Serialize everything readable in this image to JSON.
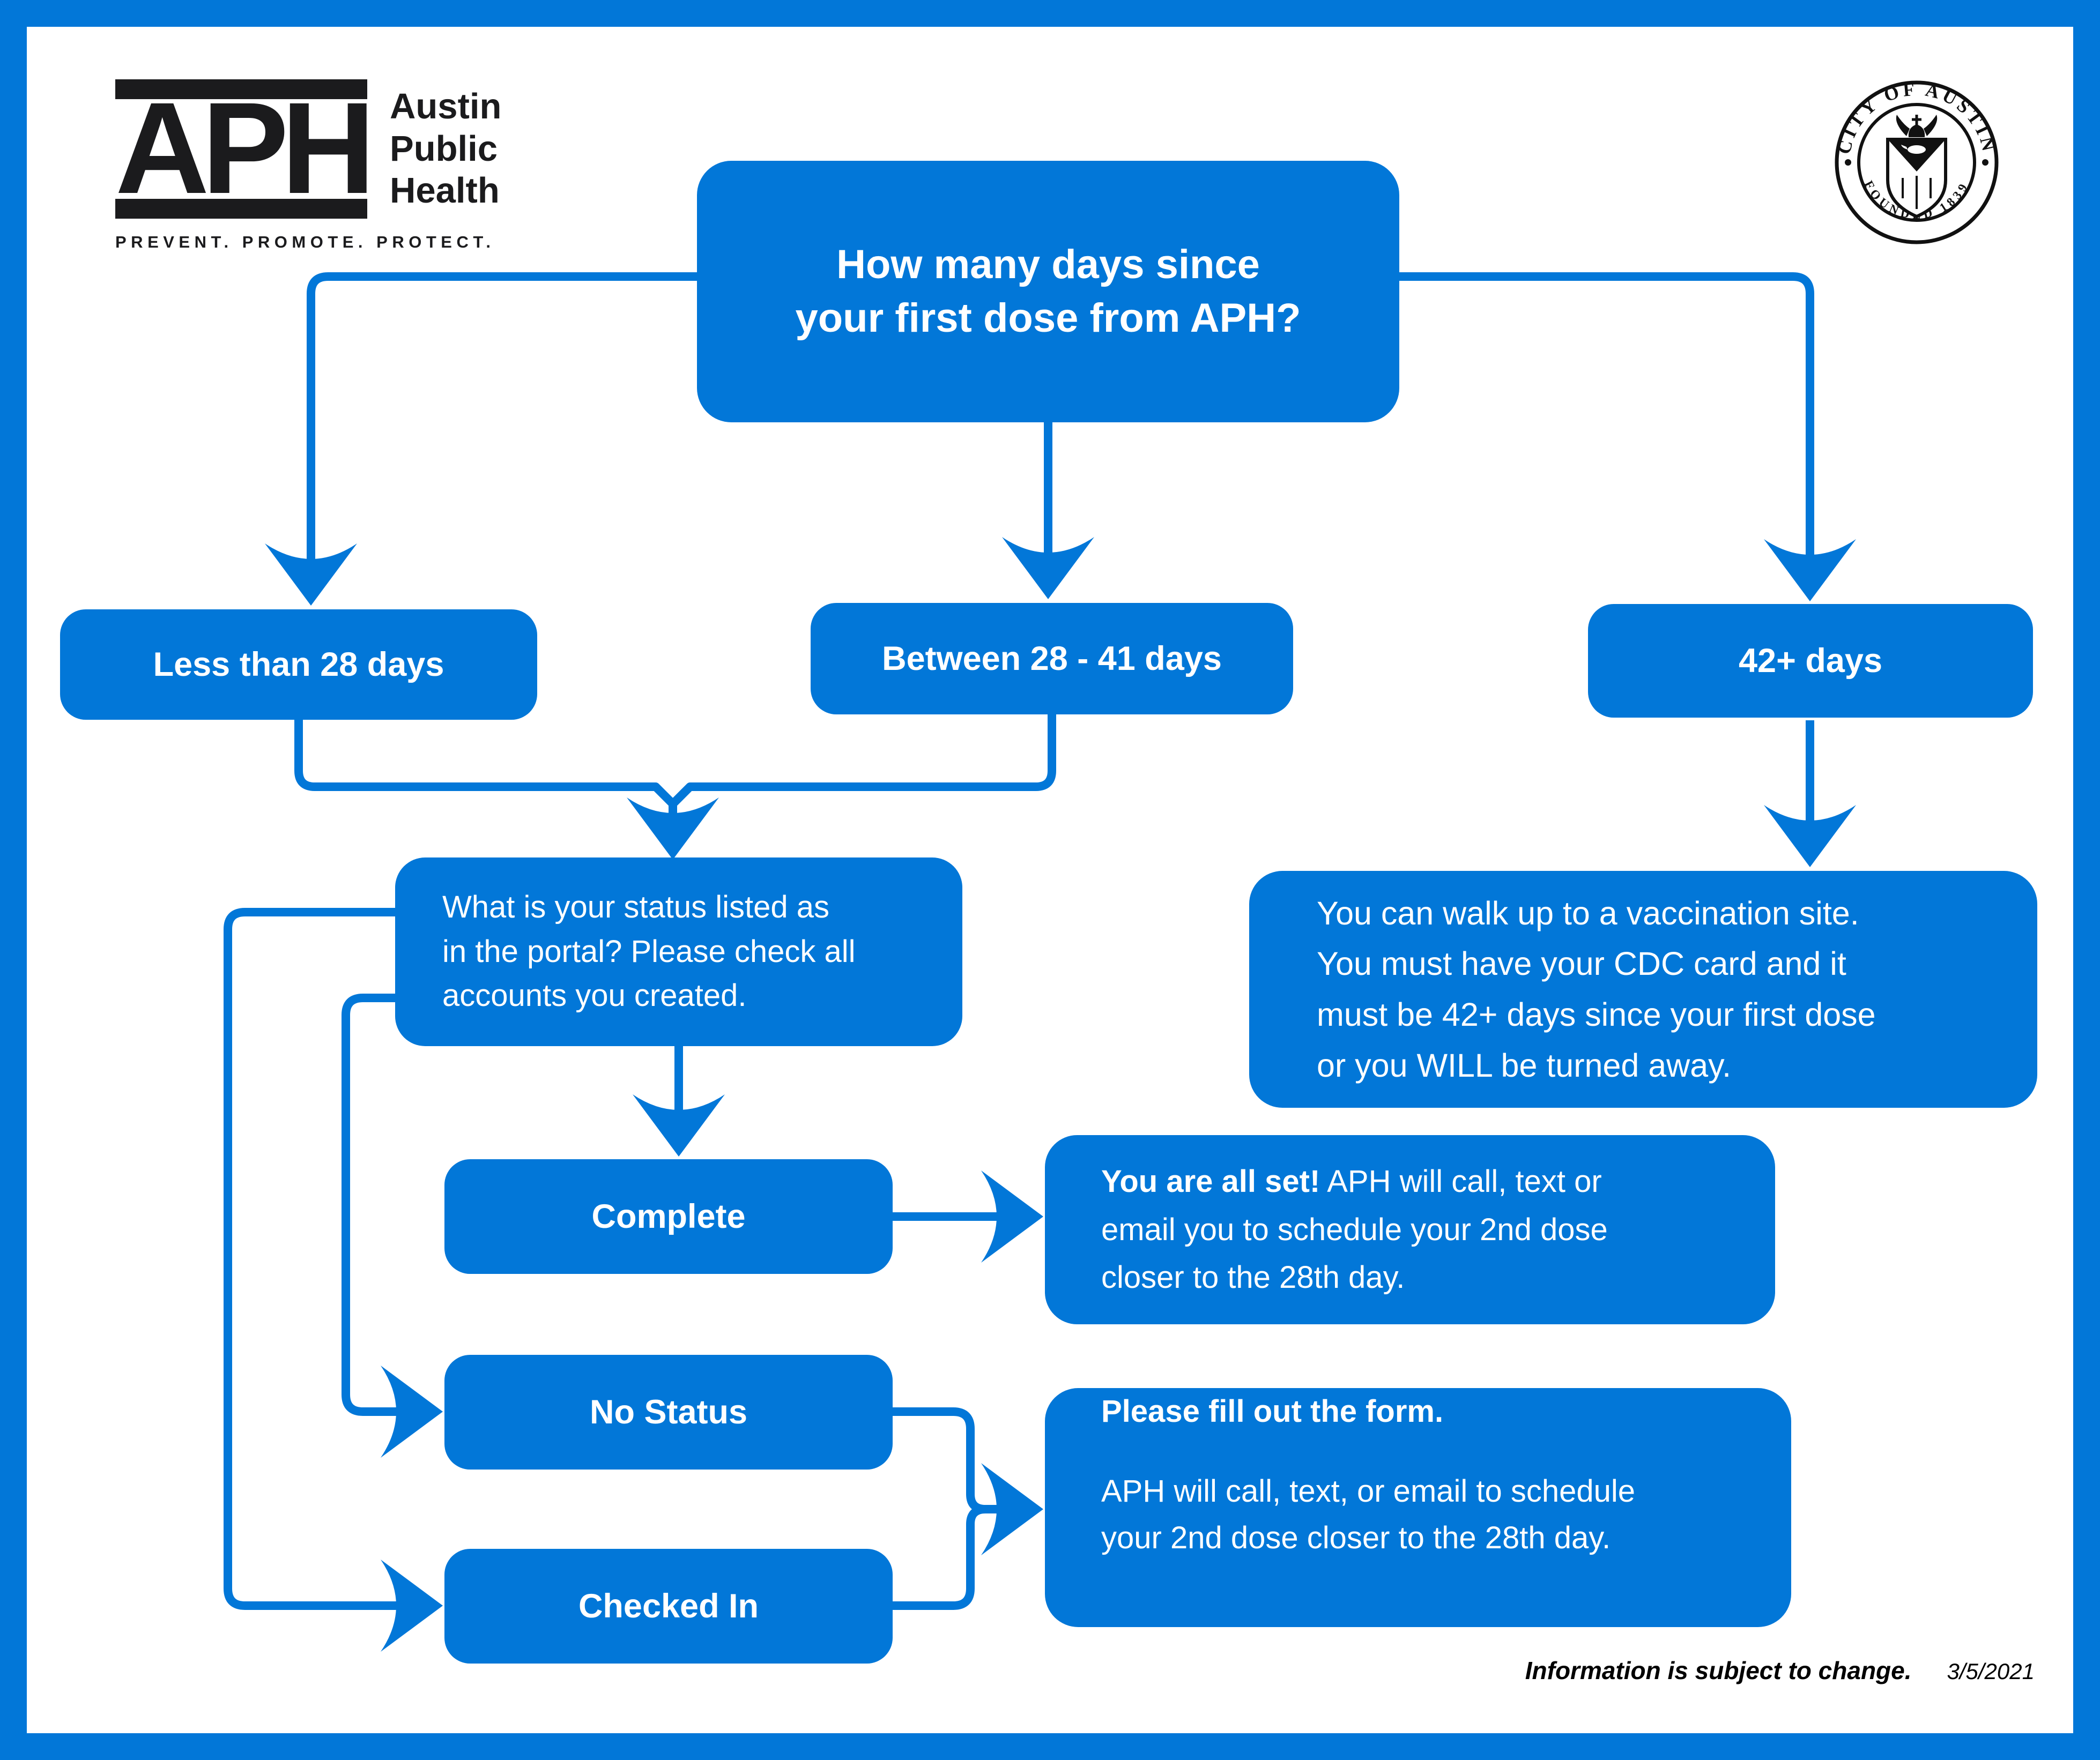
{
  "page": {
    "logo": {
      "acronym": "APH",
      "name": "Austin\nPublic\nHealth",
      "tagline": "PREVENT. PROMOTE. PROTECT."
    },
    "seal": {
      "top_text": "CITY OF AUSTIN",
      "bottom_text": "FOUNDED 1839"
    },
    "footer": {
      "note": "Information is subject to change.",
      "date": "3/5/2021"
    },
    "colors": {
      "accent": "#0277d8",
      "ink": "#1b1b1d"
    }
  },
  "flowchart": {
    "root_question": "How many days since\nyour first dose from APH?",
    "branches": [
      {
        "label": "Less than 28 days"
      },
      {
        "label": "Between 28 - 41 days"
      },
      {
        "label": "42+ days"
      }
    ],
    "status_question": "What is your status listed as\nin the portal? Please check all\naccounts you created.",
    "walkup_info": "You can walk up to a vaccination site.\nYou must have your CDC card and it\nmust be 42+ days since your first dose\nor you WILL be turned away.",
    "statuses": [
      {
        "label": "Complete"
      },
      {
        "label": "No Status"
      },
      {
        "label": "Checked In"
      }
    ],
    "complete_result": {
      "lead": "You are all set!",
      "body": " APH will call, text or\nemail you to schedule your 2nd dose\ncloser to the 28th day."
    },
    "form_result": {
      "lead": "Please fill out the form.",
      "body": "APH will call, text, or email to schedule\nyour 2nd dose closer to the 28th day."
    }
  }
}
